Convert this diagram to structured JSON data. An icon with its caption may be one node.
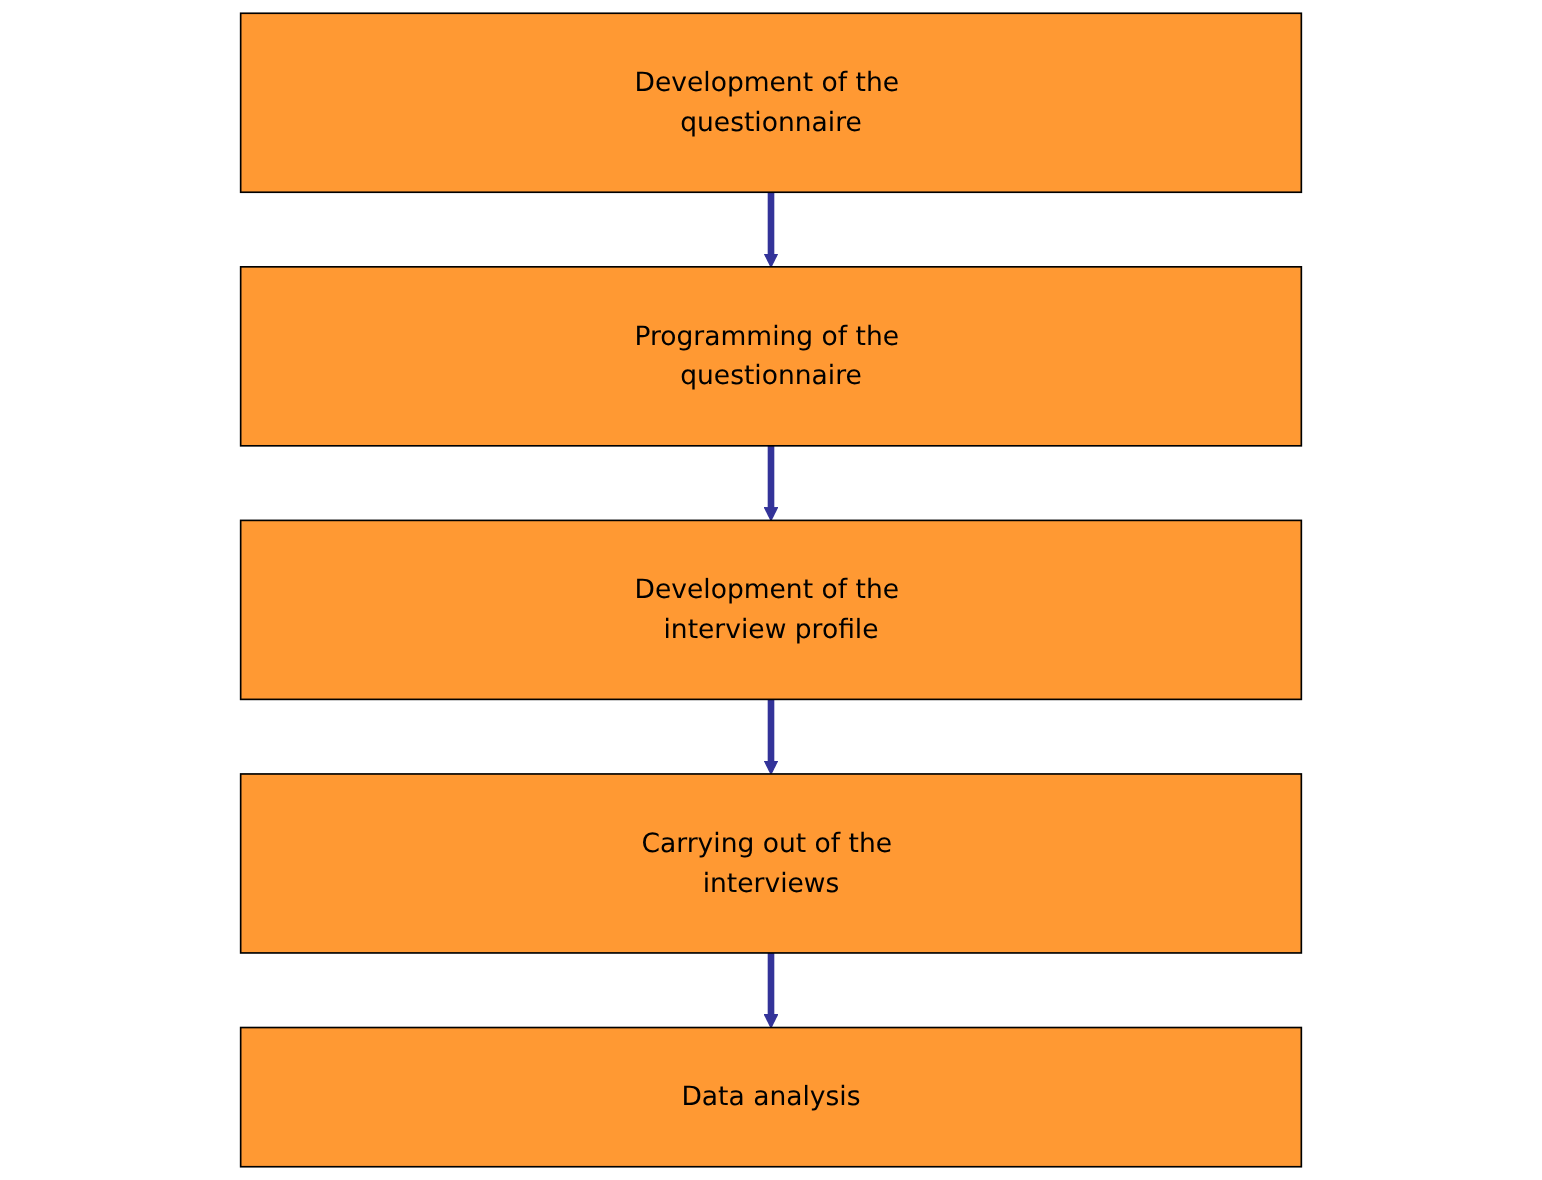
{
  "diagram": {
    "nodes": [
      {
        "text": [
          "Development of the questionnaire"
        ]
      },
      {
        "text": [
          "Programming of the questionnaire"
        ]
      },
      {
        "text": [
          "Development of the interview profile"
        ]
      },
      {
        "text": [
          "Carrying out of the interviews"
        ]
      },
      {
        "text": [
          "Data analysis"
        ]
      }
    ],
    "edges": [
      {
        "from": 0,
        "to": 1,
        "arrow": "to"
      },
      {
        "from": 1,
        "to": 2,
        "arrow": "to"
      },
      {
        "from": 2,
        "to": 3,
        "arrow": "to"
      },
      {
        "from": 3,
        "to": 4,
        "arrow": "to"
      }
    ]
  }
}
